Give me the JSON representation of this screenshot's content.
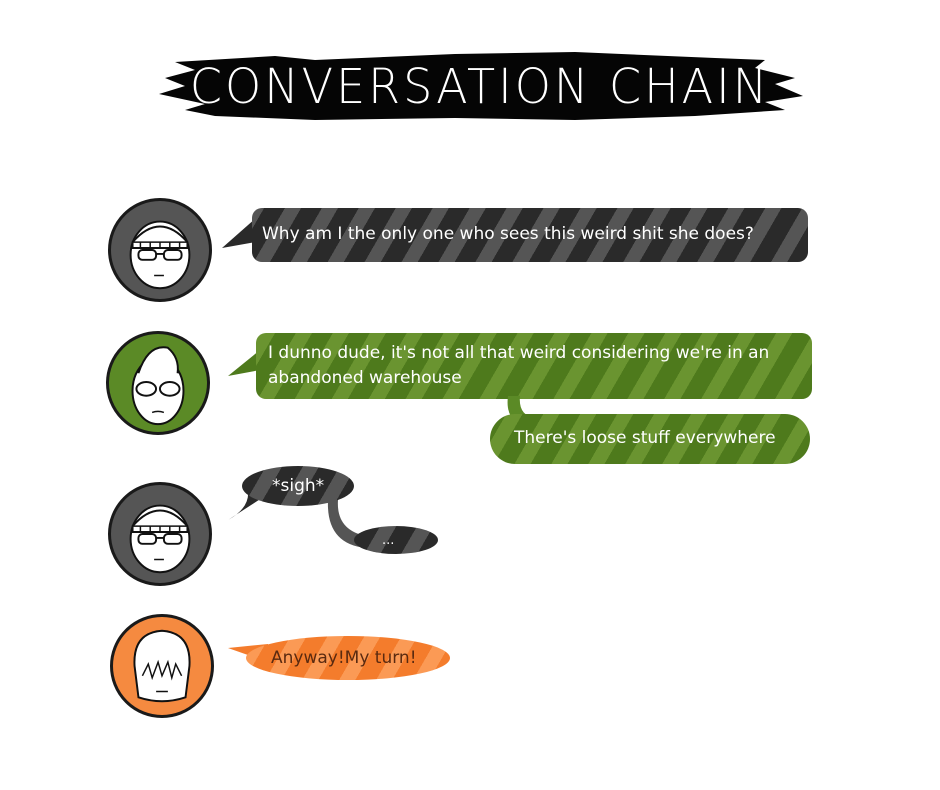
{
  "title": "CONVERSATION CHAIN",
  "colors": {
    "gray_dark": "#2a2a2a",
    "gray_light": "#555555",
    "green_dark": "#4e7a1c",
    "green_light": "#6a9430",
    "orange_dark": "#f47c2c",
    "orange_light": "#fb9a55",
    "orange_text": "#5a2a10"
  },
  "messages": [
    {
      "speaker": "beanie-glasses-character",
      "avatar_color": "#555555",
      "text": "Why am I the only one who sees this weird shit she does?"
    },
    {
      "speaker": "green-character",
      "avatar_color": "#5b8a26",
      "text": "I dunno dude, it's not all that weird considering we're in an abandoned warehouse",
      "followup": "There's loose stuff everywhere"
    },
    {
      "speaker": "beanie-glasses-character",
      "avatar_color": "#555555",
      "text": "*sigh*",
      "followup": "..."
    },
    {
      "speaker": "orange-character",
      "avatar_color": "#f58a40",
      "text": "Anyway!My turn!"
    }
  ]
}
